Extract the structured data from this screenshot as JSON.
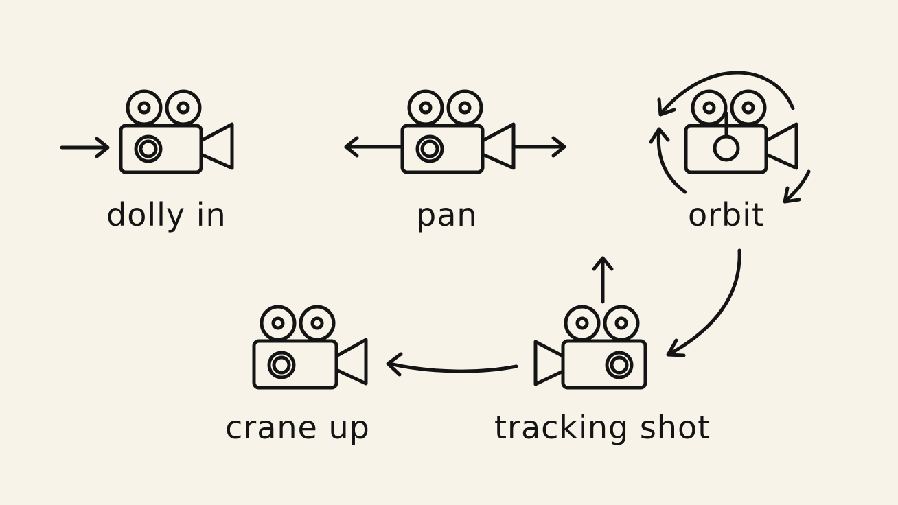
{
  "colors": {
    "background": "#f7f3e9",
    "ink": "#141414"
  },
  "icons": {
    "camera": "movie-camera-icon",
    "arrow": "arrow-icon"
  },
  "nodes": [
    {
      "id": "dolly-in",
      "label": "dolly in",
      "icon": "movie-camera-icon"
    },
    {
      "id": "pan",
      "label": "pan",
      "icon": "movie-camera-icon"
    },
    {
      "id": "orbit",
      "label": "orbit",
      "icon": "movie-camera-icon"
    },
    {
      "id": "crane-up",
      "label": "crane up",
      "icon": "movie-camera-icon"
    },
    {
      "id": "tracking-shot",
      "label": "tracking shot",
      "icon": "movie-camera-icon"
    }
  ]
}
